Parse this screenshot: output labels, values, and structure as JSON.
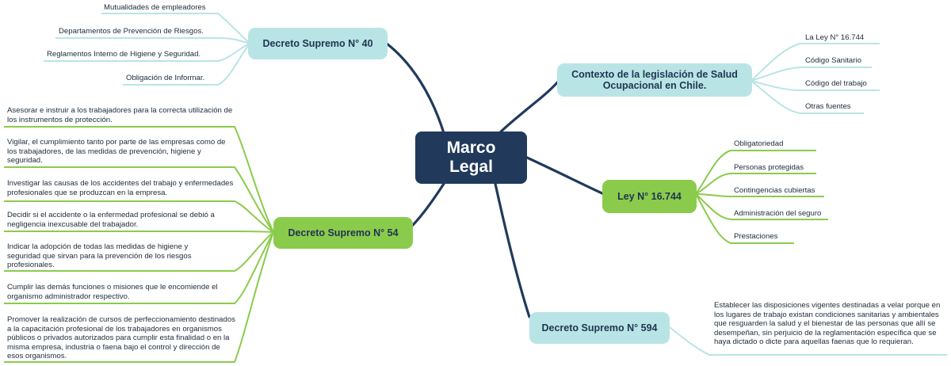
{
  "central": "Marco Legal",
  "branches": {
    "ds40": {
      "title": "Decreto Supremo N° 40",
      "items": [
        "Mutualidades de empleadores",
        "Departamentos de Prevención de Riesgos.",
        "Reglamentos Interno de Higiene y Seguridad.",
        "Obligación de Informar."
      ]
    },
    "contexto": {
      "title": "Contexto de la legislación de Salud Ocupacional en Chile.",
      "items": [
        "La Ley N° 16.744",
        "Código Sanitario",
        "Código del trabajo",
        "Otras fuentes"
      ]
    },
    "ley": {
      "title": "Ley N° 16.744",
      "items": [
        "Obligatoriedad",
        "Personas protegidas",
        "Contingencias cubiertas",
        "Administración del seguro",
        "Prestaciones"
      ]
    },
    "ds54": {
      "title": "Decreto Supremo N° 54",
      "items": [
        "Asesorar e instruir a los trabajadores para la correcta utilización de los instrumentos de protección.",
        "Vigilar, el cumplimiento tanto por parte de las empresas como de los trabajadores, de las medidas de prevención, higiene y seguridad.",
        "Investigar las causas de los accidentes del trabajo y enfermedades profesionales que se produzcan en la empresa.",
        "Decidir si el accidente o la enfermedad profesional se debió a negligencia inexcusable del trabajador.",
        "Indicar la adopción de todas las medidas de higiene y seguridad que sirvan para la prevención de los riesgos profesionales.",
        "Cumplir las demás funciones o misiones que le encomiende el organismo administrador respectivo.",
        "Promover la realización de cursos de perfeccionamiento destinados a la capacitación profesional de los trabajadores en organismos públicos o privados autorizados para cumplir esta finalidad o en la misma empresa, industria o faena bajo el control y dirección de esos organismos."
      ]
    },
    "ds594": {
      "title": "Decreto Supremo N° 594",
      "items": [
        "Establecer las disposiciones vigentes destinadas a velar porque en los lugares de trabajo existan condiciones sanitarias y ambientales que resguarden la salud y el bienestar de las personas que allí se desempeñan, sin perjuicio de la reglamentación específica que se haya dictado o dicte para aquellas faenas que lo requieran."
      ]
    }
  },
  "colors": {
    "central": "#213a5c",
    "link": "#213a5c",
    "teal": "#b9e4e6",
    "green": "#8bcb4c"
  }
}
